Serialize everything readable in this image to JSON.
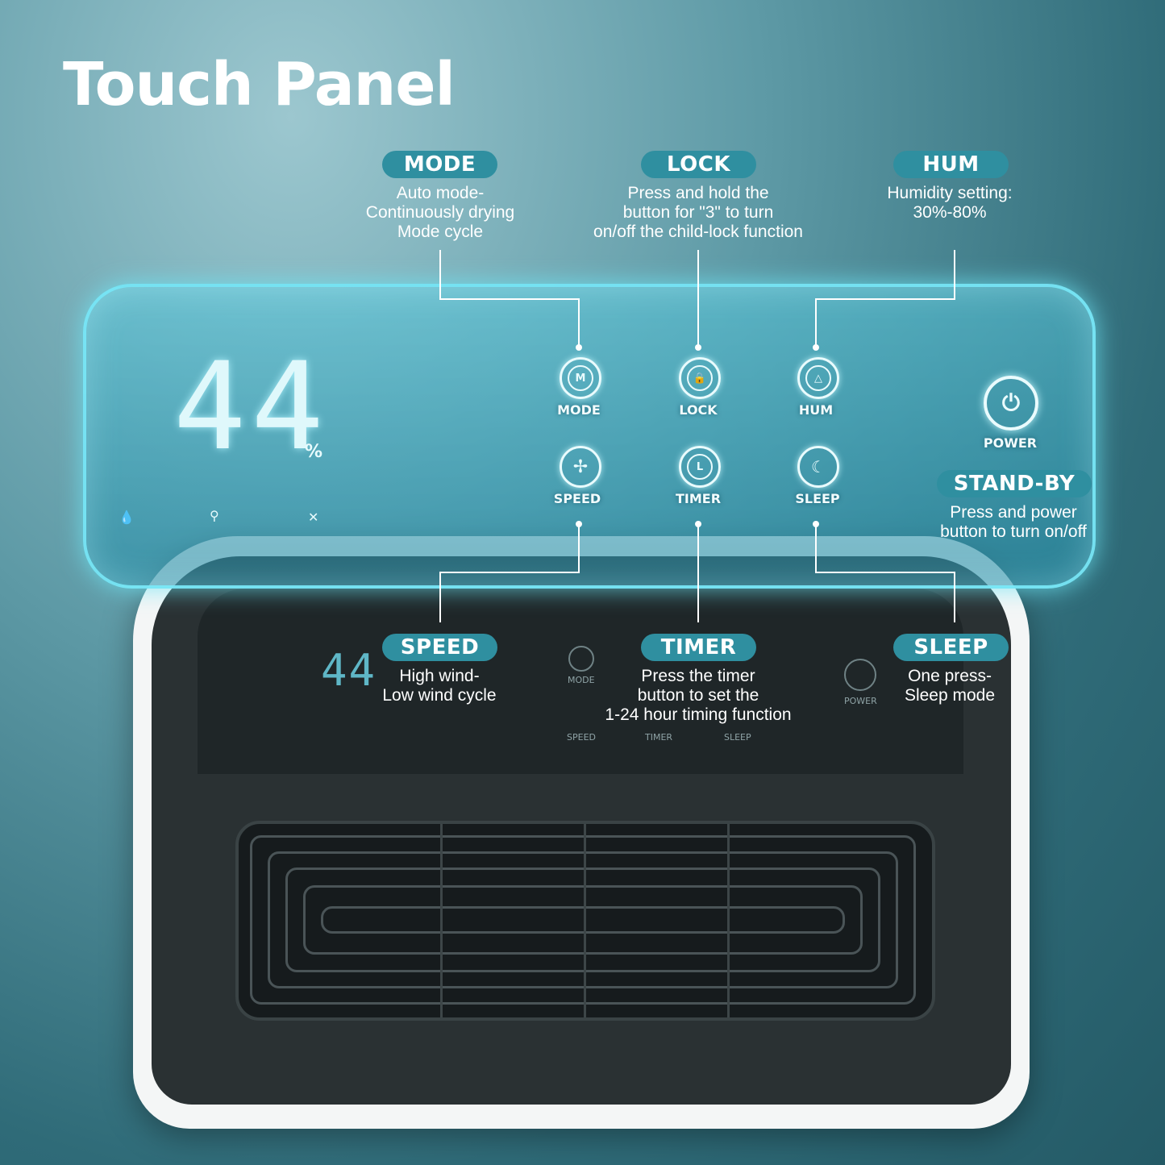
{
  "title": "Touch Panel",
  "display": {
    "value": "44",
    "unit": "%"
  },
  "buttons": {
    "mode": "MODE",
    "lock": "LOCK",
    "hum": "HUM",
    "power": "POWER",
    "speed": "SPEED",
    "timer": "TIMER",
    "sleep": "SLEEP"
  },
  "callouts": {
    "mode": {
      "tag": "MODE",
      "desc": "Auto mode-\nContinuously drying\nMode cycle"
    },
    "lock": {
      "tag": "LOCK",
      "desc": "Press and hold the\nbutton for \"3\" to turn\non/off the child-lock function"
    },
    "hum": {
      "tag": "HUM",
      "desc": "Humidity setting:\n30%-80%"
    },
    "standby": {
      "tag": "STAND-BY",
      "desc": "Press and power\nbutton to turn on/off"
    },
    "speed": {
      "tag": "SPEED",
      "desc": "High wind-\nLow wind cycle"
    },
    "timer": {
      "tag": "TIMER",
      "desc": "Press the timer\nbutton to set the\n1-24 hour timing function"
    },
    "sleep": {
      "tag": "SLEEP",
      "desc": "One press-\nSleep mode"
    }
  },
  "device_labels": {
    "mode": "MODE",
    "power": "POWER",
    "speed": "SPEED",
    "timer": "TIMER",
    "sleep": "SLEEP"
  },
  "icons": [
    "mode-icon",
    "lock-icon",
    "humidity-icon",
    "power-icon",
    "fan-icon",
    "timer-icon",
    "sleep-icon",
    "water-drop-icon"
  ],
  "colors": {
    "accent": "#2f8fa0",
    "glow": "#78e6f5",
    "background": "#2f6b78"
  }
}
